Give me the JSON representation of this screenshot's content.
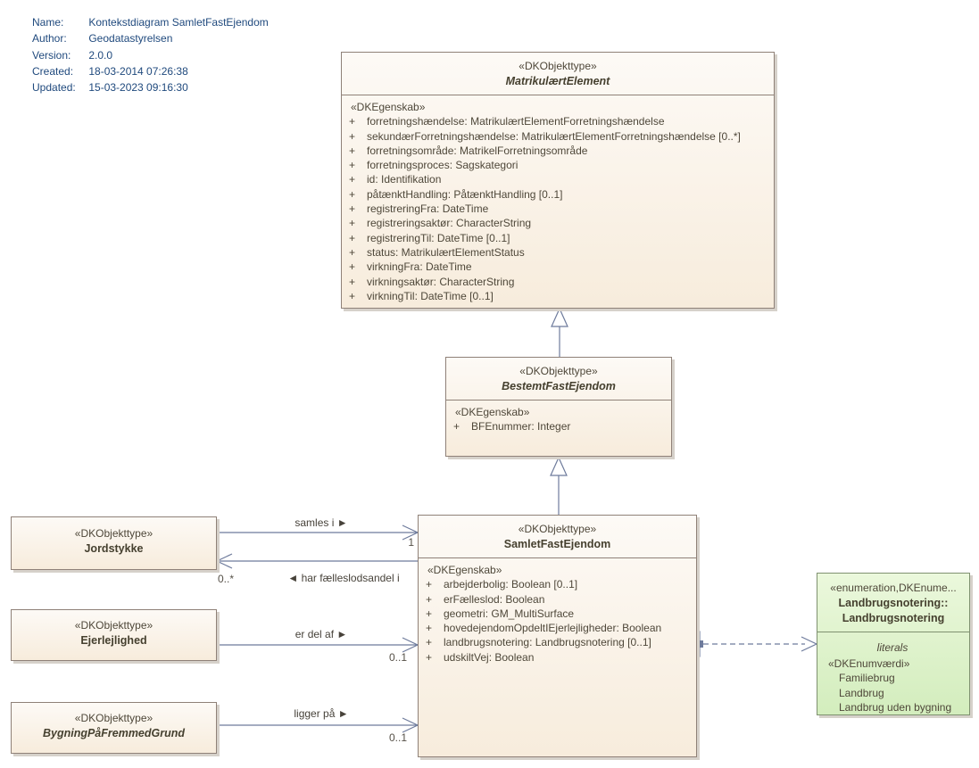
{
  "metadata": {
    "rows": [
      {
        "label": "Name:",
        "value": "Kontekstdiagram SamletFastEjendom"
      },
      {
        "label": "Author:",
        "value": "Geodatastyrelsen"
      },
      {
        "label": "Version:",
        "value": "2.0.0"
      },
      {
        "label": "Created:",
        "value": "18-03-2014 07:26:38"
      },
      {
        "label": "Updated:",
        "value": "15-03-2023 09:16:30"
      }
    ]
  },
  "classes": {
    "matrikulaert": {
      "stereotype": "«DKObjekttype»",
      "name": "MatrikulærtElement",
      "attr_stereotype": "«DKEgenskab»",
      "attributes": [
        {
          "vis": "+",
          "text": "forretningshændelse: MatrikulærtElementForretningshændelse"
        },
        {
          "vis": "+",
          "text": "sekundærForretningshændelse: MatrikulærtElementForretningshændelse [0..*]"
        },
        {
          "vis": "+",
          "text": "forretningsområde: MatrikelForretningsområde"
        },
        {
          "vis": "+",
          "text": "forretningsproces: Sagskategori"
        },
        {
          "vis": "+",
          "text": "id: Identifikation"
        },
        {
          "vis": "+",
          "text": "påtænktHandling: PåtænktHandling [0..1]"
        },
        {
          "vis": "+",
          "text": "registreringFra: DateTime"
        },
        {
          "vis": "+",
          "text": "registreringsaktør: CharacterString"
        },
        {
          "vis": "+",
          "text": "registreringTil: DateTime [0..1]"
        },
        {
          "vis": "+",
          "text": "status: MatrikulærtElementStatus"
        },
        {
          "vis": "+",
          "text": "virkningFra: DateTime"
        },
        {
          "vis": "+",
          "text": "virkningsaktør: CharacterString"
        },
        {
          "vis": "+",
          "text": "virkningTil: DateTime [0..1]"
        }
      ]
    },
    "bestemt": {
      "stereotype": "«DKObjekttype»",
      "name": "BestemtFastEjendom",
      "attr_stereotype": "«DKEgenskab»",
      "attributes": [
        {
          "vis": "+",
          "text": "BFEnummer: Integer"
        }
      ]
    },
    "samlet": {
      "stereotype": "«DKObjekttype»",
      "name": "SamletFastEjendom",
      "attr_stereotype": "«DKEgenskab»",
      "attributes": [
        {
          "vis": "+",
          "text": "arbejderbolig: Boolean [0..1]"
        },
        {
          "vis": "+",
          "text": "erFælleslod: Boolean"
        },
        {
          "vis": "+",
          "text": "geometri: GM_MultiSurface"
        },
        {
          "vis": "+",
          "text": "hovedejendomOpdeltIEjerlejligheder: Boolean"
        },
        {
          "vis": "+",
          "text": "landbrugsnotering: Landbrugsnotering [0..1]"
        },
        {
          "vis": "+",
          "text": "udskiltVej: Boolean"
        }
      ]
    },
    "jordstykke": {
      "stereotype": "«DKObjekttype»",
      "name": "Jordstykke"
    },
    "ejerlejlighed": {
      "stereotype": "«DKObjekttype»",
      "name": "Ejerlejlighed"
    },
    "bygning": {
      "stereotype": "«DKObjekttype»",
      "name": "BygningPåFremmedGrund"
    }
  },
  "enumeration": {
    "stereotype": "«enumeration,DKEnume...",
    "name_line1": "Landbrugsnotering::",
    "name_line2": "Landbrugsnotering",
    "section_label": "literals",
    "value_stereotype": "«DKEnumværdi»",
    "literals": [
      "Familiebrug",
      "Landbrug",
      "Landbrug uden bygning"
    ]
  },
  "associations": {
    "samles_i": {
      "label": "samles i ►",
      "multiplicity": "1"
    },
    "har_faelleslodsandel": {
      "label": "◄ har fælleslodsandel i",
      "multiplicity": "0..*"
    },
    "er_del_af": {
      "label": "er del af ►",
      "multiplicity": "0..1"
    },
    "ligger_paa": {
      "label": "ligger på ►",
      "multiplicity": "0..1"
    }
  },
  "colors": {
    "class_border": "#8f8178",
    "class_fill_top": "#fdfaf6",
    "class_fill_bottom": "#f7ecdc",
    "enum_border": "#7f9170",
    "enum_fill_top": "#ebf8dc",
    "enum_fill_bottom": "#d3edbd",
    "line_color": "#6e7b9c",
    "text_color": "#4e4739",
    "metadata_text": "#1f497d"
  }
}
